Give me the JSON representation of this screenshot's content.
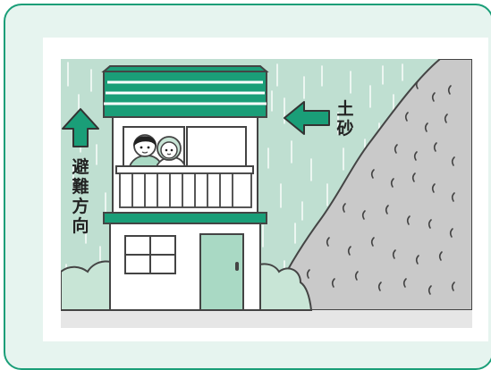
{
  "illustration": {
    "labels": {
      "evacuation_direction": [
        "避",
        "難",
        "方",
        "向"
      ],
      "landslide": [
        "土",
        "砂"
      ]
    },
    "colors": {
      "frame_border": "#1a9e78",
      "frame_bg": "#e6f4ef",
      "rain_bg": "#bfdfd1",
      "house_green": "#1a9e78",
      "door": "#a9d9c4",
      "mountain": "#c9c9c9",
      "ground": "#e6e6e6",
      "bush": "#c8e5d6"
    },
    "icons": [
      "up-arrow-icon",
      "left-arrow-icon"
    ]
  }
}
